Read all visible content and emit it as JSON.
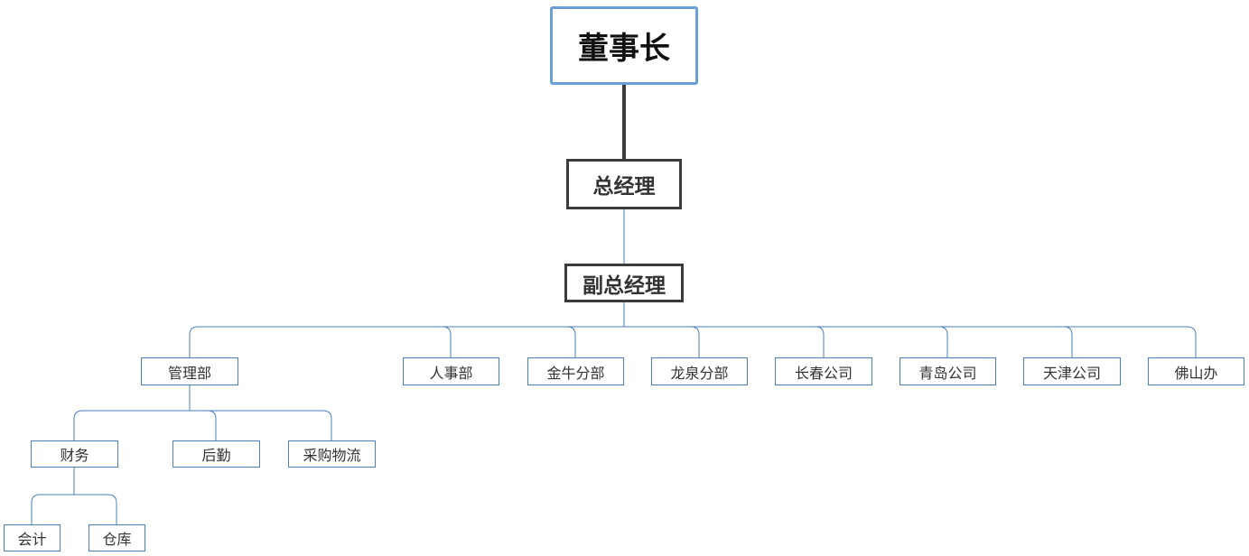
{
  "chart": {
    "root": "董事长",
    "general_manager": "总经理",
    "deputy_general_manager": "副总经理",
    "departments": {
      "management": "管理部",
      "hr": "人事部",
      "jinniu": "金牛分部",
      "longquan": "龙泉分部",
      "changchun": "长春公司",
      "qingdao": "青岛公司",
      "tianjin": "天津公司",
      "foshan": "佛山办"
    },
    "management_units": {
      "finance": "财务",
      "logistics_support": "后勤",
      "procurement": "采购物流"
    },
    "finance_units": {
      "accounting": "会计",
      "warehouse": "仓库"
    }
  },
  "colors": {
    "chairman_border": "#6a9fd8",
    "exec_border": "#3c3c3c",
    "dept_border": "#4a7ebb",
    "connector_thin": "#4a7ebb",
    "connector_thick": "#3c3c3c"
  }
}
